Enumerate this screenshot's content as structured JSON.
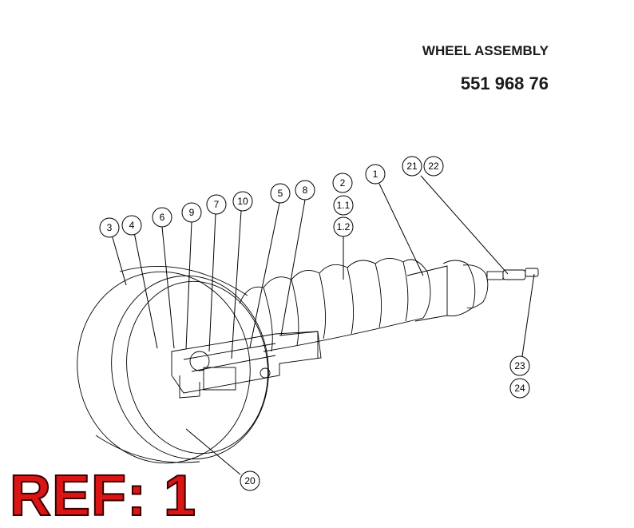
{
  "title": "WHEEL ASSEMBLY",
  "part_number": "551 968 76",
  "ref_label": "REF: 1",
  "callouts": {
    "c1": "1",
    "c2": "2",
    "c1_1": "1.1",
    "c1_2": "1.2",
    "c3": "3",
    "c4": "4",
    "c5": "5",
    "c6": "6",
    "c7": "7",
    "c8": "8",
    "c9": "9",
    "c10": "10",
    "c20": "20",
    "c21": "21",
    "c22": "22",
    "c23": "23",
    "c24": "24"
  },
  "colors": {
    "ref_text": "#d91515",
    "line": "#000000"
  }
}
